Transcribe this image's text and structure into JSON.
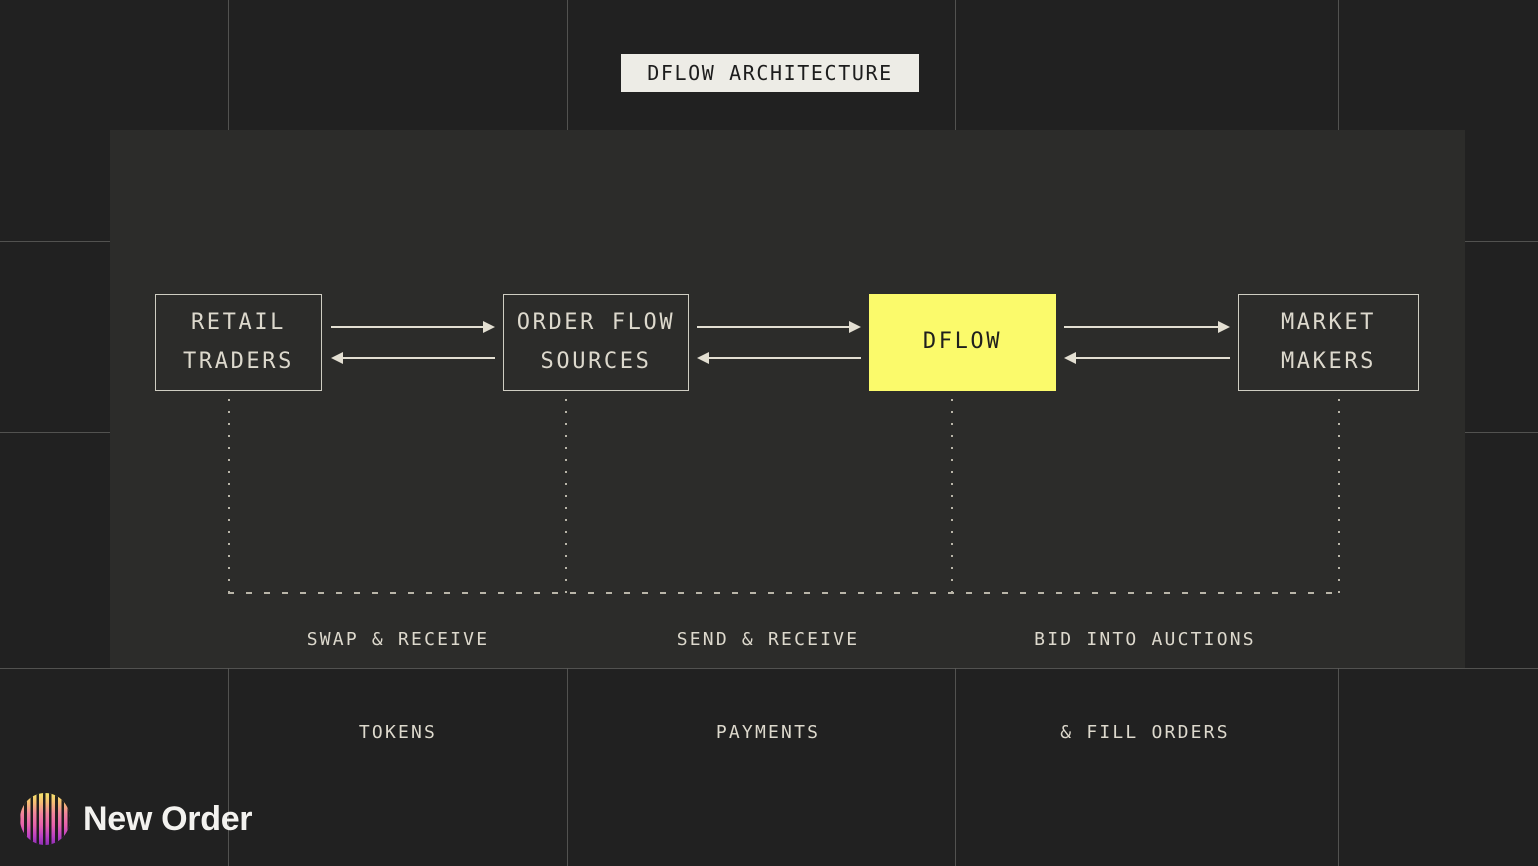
{
  "title": {
    "label": "DFLOW ARCHITECTURE"
  },
  "colors": {
    "background": "#212121",
    "panel": "#2c2c2a",
    "accent_yellow": "#fbfa6b",
    "stroke_cream": "#cfcdc2",
    "text_cream": "#ddd9cd",
    "title_chip_bg": "#edece6",
    "gridline": "#5b5b58"
  },
  "diagram": {
    "nodes": [
      {
        "id": "retail-traders",
        "line1": "RETAIL",
        "line2": "TRADERS",
        "highlighted": false
      },
      {
        "id": "order-flow-sources",
        "line1": "ORDER FLOW",
        "line2": "SOURCES",
        "highlighted": false
      },
      {
        "id": "dflow",
        "line1": "DFLOW",
        "line2": "",
        "highlighted": true
      },
      {
        "id": "market-makers",
        "line1": "MARKET",
        "line2": "MAKERS",
        "highlighted": false
      }
    ],
    "connectors": [
      {
        "id": "retail-to-sources",
        "direction": "right",
        "from": "retail-traders",
        "to": "order-flow-sources"
      },
      {
        "id": "sources-to-retail",
        "direction": "left",
        "from": "order-flow-sources",
        "to": "retail-traders"
      },
      {
        "id": "sources-to-dflow",
        "direction": "right",
        "from": "order-flow-sources",
        "to": "dflow"
      },
      {
        "id": "dflow-to-sources",
        "direction": "left",
        "from": "dflow",
        "to": "order-flow-sources"
      },
      {
        "id": "dflow-to-makers",
        "direction": "right",
        "from": "dflow",
        "to": "market-makers"
      },
      {
        "id": "makers-to-dflow",
        "direction": "left",
        "from": "market-makers",
        "to": "dflow"
      }
    ],
    "captions": [
      {
        "id": "swap-receive-tokens",
        "line1": "SWAP & RECEIVE",
        "line2": "TOKENS"
      },
      {
        "id": "send-receive-payments",
        "line1": "SEND & RECEIVE",
        "line2": "PAYMENTS"
      },
      {
        "id": "bid-auctions-fill",
        "line1": "BID INTO AUCTIONS",
        "line2": "& FILL ORDERS"
      }
    ]
  },
  "brand": {
    "name": "New Order",
    "mark": "new-order-striped-circle"
  }
}
